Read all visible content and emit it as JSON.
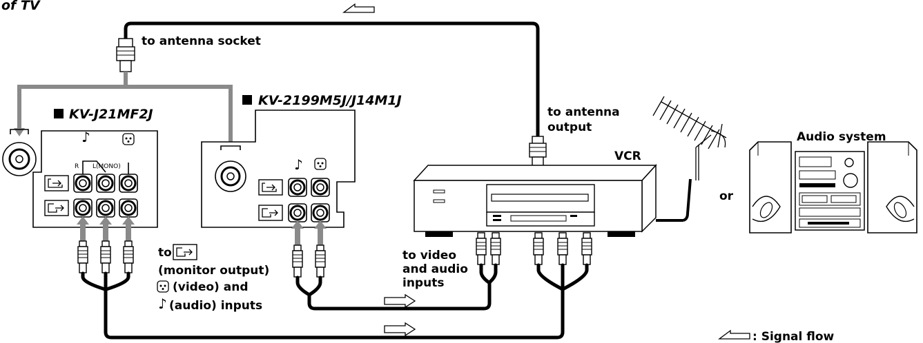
{
  "page_heading_fragment": "of TV",
  "labels": {
    "antenna_socket": "to antenna socket",
    "antenna_output_1": "to antenna",
    "antenna_output_2": "output",
    "vcr": "VCR",
    "or": "or",
    "audio_system": "Audio system",
    "video_audio_1": "to video",
    "video_audio_2": "and audio",
    "video_audio_3": "inputs",
    "monitor_to": "to",
    "monitor_output": "(monitor output)",
    "video_inputs": "(video) and",
    "audio_inputs": "(audio) inputs",
    "signal_flow": ": Signal flow"
  },
  "tv_models": {
    "left": "KV-J21MF2J",
    "center": "KV-2199M5J/J14M1J"
  },
  "jack_labels": {
    "r": "R",
    "l_mono": "L(MONO)"
  },
  "colors": {
    "antenna_feed": "#8a8a8a",
    "cable": "#000000"
  }
}
